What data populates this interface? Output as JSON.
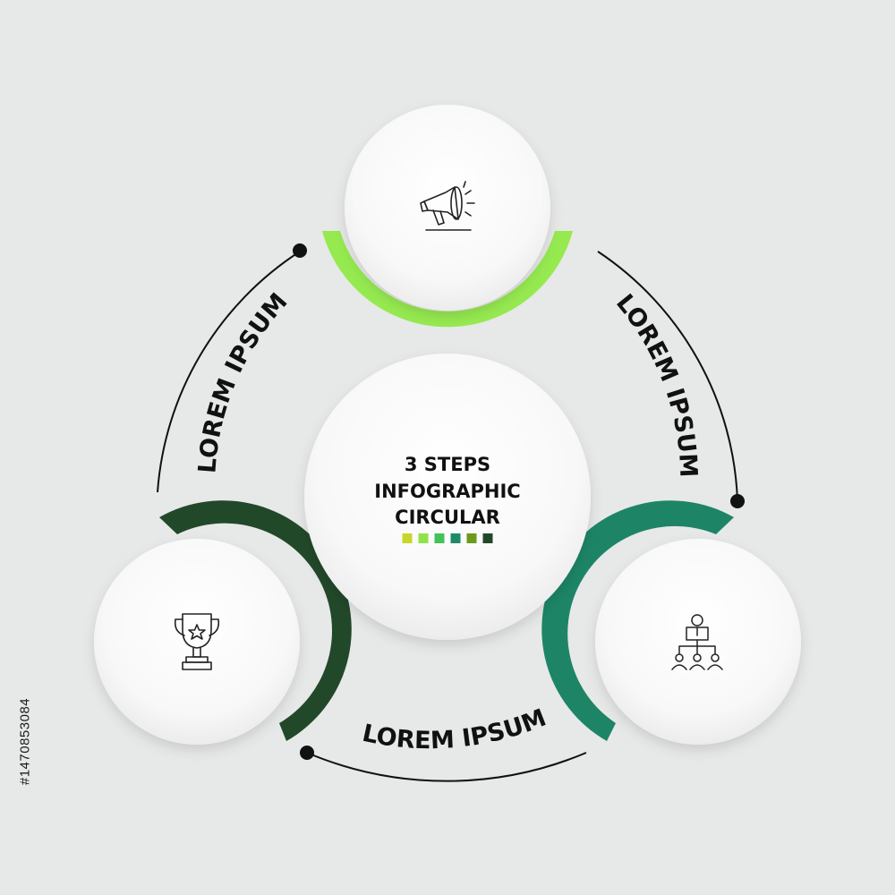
{
  "center": {
    "line1": "3 STEPS",
    "line2": "INFOGRAPHIC",
    "line3": "CIRCULAR",
    "swatches": [
      "#c8d62a",
      "#8fe34a",
      "#43c25a",
      "#1e8a6a",
      "#6b9a1e",
      "#22482a"
    ]
  },
  "labels": {
    "left": "LOREM IPSUM",
    "right": "LOREM IPSUM",
    "bottom": "LOREM IPSUM"
  },
  "steps": [
    {
      "icon": "megaphone-icon",
      "color": "#96ea50"
    },
    {
      "icon": "org-chart-icon",
      "color": "#1d8566"
    },
    {
      "icon": "trophy-icon",
      "color": "#22482a"
    }
  ],
  "colors": {
    "background": "#e7e8e8",
    "line": "#111111",
    "circle": "#f7f7f7"
  },
  "watermark": {
    "id": "#1470853084"
  }
}
